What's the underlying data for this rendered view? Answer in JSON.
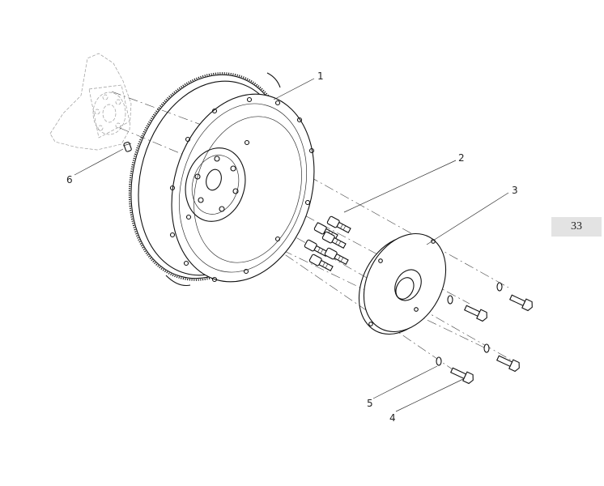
{
  "callouts": [
    {
      "id": "c1",
      "text": "1"
    },
    {
      "id": "c2",
      "text": "2"
    },
    {
      "id": "c3",
      "text": "3"
    },
    {
      "id": "c4",
      "text": "4"
    },
    {
      "id": "c5",
      "text": "5"
    },
    {
      "id": "c6",
      "text": "6"
    }
  ],
  "page_tab": "33"
}
